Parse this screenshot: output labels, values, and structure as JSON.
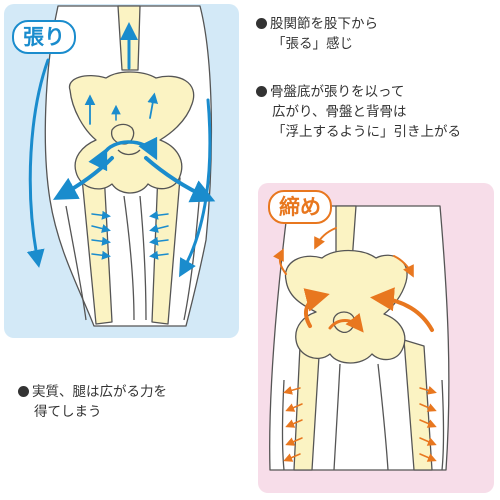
{
  "panels": {
    "expand": {
      "label": "張り",
      "accent": "#1a8ccd",
      "bg": "#d3e9f7"
    },
    "tighten": {
      "label": "締め",
      "accent": "#e8771f",
      "bg": "#f7dde9"
    }
  },
  "notes": {
    "n1": {
      "line1": "股関節を股下から",
      "line2": "「張る」感じ"
    },
    "n2": {
      "line1": "骨盤底が張りを以って",
      "line2": "広がり、骨盤と背骨は",
      "line3": "「浮上するように」引き上がる"
    },
    "n3": {
      "line1": "実質、腿は広がる力を",
      "line2": "得てしまう"
    }
  },
  "colors": {
    "bone": "#fbf3c3",
    "outline": "#555555",
    "text": "#333333"
  }
}
